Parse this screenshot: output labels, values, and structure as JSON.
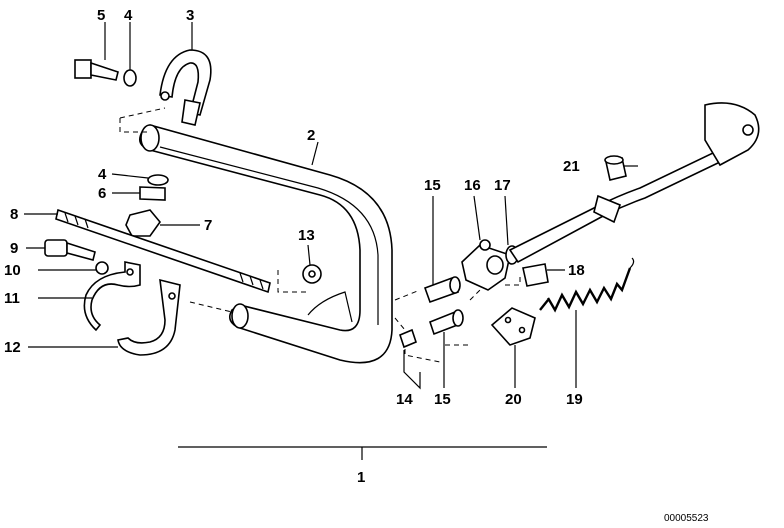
{
  "labels": {
    "p1": "1",
    "p2": "2",
    "p3": "3",
    "p4a": "4",
    "p4b": "4",
    "p5": "5",
    "p6": "6",
    "p7": "7",
    "p8": "8",
    "p9": "9",
    "p10": "10",
    "p11": "11",
    "p12": "12",
    "p13": "13",
    "p14": "14",
    "p15a": "15",
    "p15b": "15",
    "p16": "16",
    "p17": "17",
    "p18": "18",
    "p19": "19",
    "p20": "20",
    "p21": "21"
  },
  "reference": "00005523"
}
